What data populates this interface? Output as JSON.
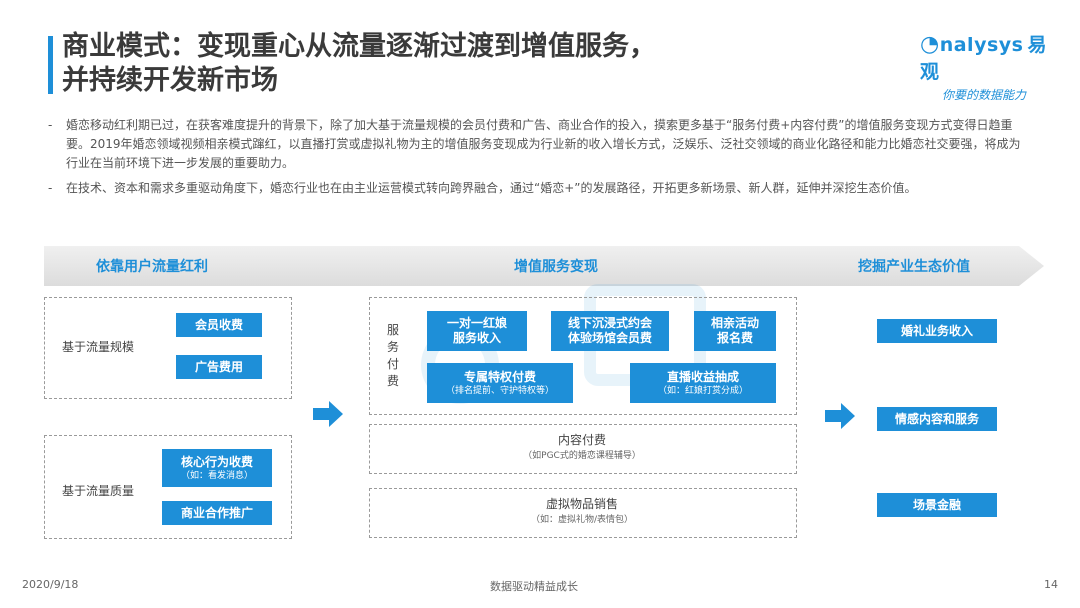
{
  "header": {
    "title_line1": "商业模式：变现重心从流量逐渐过渡到增值服务，",
    "title_line2": "并持续开发新市场",
    "logo_en": "nalysys",
    "logo_cn": "易观",
    "logo_tagline": "你要的数据能力"
  },
  "bullets": [
    {
      "dash": "-",
      "text": "婚恋移动红利期已过，在获客难度提升的背景下，除了加大基于流量规模的会员付费和广告、商业合作的投入，摸索更多基于“服务付费+内容付费”的增值服务变现方式变得日趋重要。2019年婚恋领域视频相亲模式蹿红，以直播打赏或虚拟礼物为主的增值服务变现成为行业新的收入增长方式，泛娱乐、泛社交领域的商业化路径和能力比婚恋社交要强，将成为行业在当前环境下进一步发展的重要助力。"
    },
    {
      "dash": "-",
      "text": "在技术、资本和需求多重驱动角度下，婚恋行业也在由主业运营模式转向跨界融合，通过“婚恋+”的发展路径，开拓更多新场景、新人群，延伸并深挖生态价值。"
    }
  ],
  "stages": {
    "s1": "依靠用户流量红利",
    "s2": "增值服务变现",
    "s3": "挖掘产业生态价值"
  },
  "left": {
    "scale_label": "基于流量规模",
    "member_fee": "会员收费",
    "ad_fee": "广告费用",
    "quality_label": "基于流量质量",
    "core_fee": "核心行为收费",
    "core_fee_sub": "（如：看发消息）",
    "biz_promo": "商业合作推广"
  },
  "middle": {
    "service_pay": "服务付费",
    "one_to_one": "一对一红娘",
    "one_to_one_2": "服务收入",
    "offline_1": "线下沉浸式约会",
    "offline_2": "体验场馆会员费",
    "event_1": "相亲活动",
    "event_2": "报名费",
    "vip_1": "专属特权付费",
    "vip_2": "（排名提前、守护特权等）",
    "live_1": "直播收益抽成",
    "live_2": "（如：红娘打赏分成）",
    "content_pay": "内容付费",
    "content_pay_sub": "（如PGC式的婚恋课程辅导）",
    "virtual_goods": "虚拟物品销售",
    "virtual_goods_sub": "（如：虚拟礼物/表情包）"
  },
  "right": {
    "wedding": "婚礼业务收入",
    "emotion": "情感内容和服务",
    "finance": "场景金融"
  },
  "footer": {
    "date": "2020/9/18",
    "slogan": "数据驱动精益成长",
    "page": "14"
  },
  "colors": {
    "accent": "#1e8fd8",
    "banner": "#e6e6e6",
    "arrow": "#1e8fd8"
  }
}
